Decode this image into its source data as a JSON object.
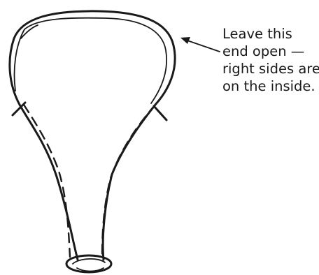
{
  "annotation": {
    "lines": [
      "Leave this",
      "end open —",
      "right sides are",
      "on the inside."
    ]
  }
}
